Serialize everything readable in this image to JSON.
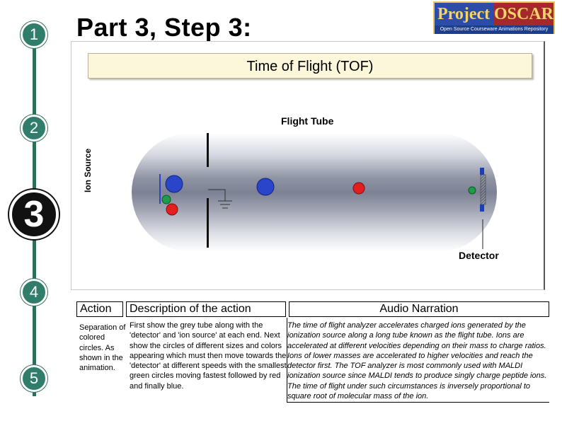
{
  "nav": {
    "steps": [
      {
        "label": "1",
        "active": false
      },
      {
        "label": "2",
        "active": false
      },
      {
        "label": "3",
        "active": true
      },
      {
        "label": "4",
        "active": false
      },
      {
        "label": "5",
        "active": false
      }
    ]
  },
  "header": {
    "title": "Part 3, Step 3:"
  },
  "logo": {
    "left": "Project",
    "right": "OSCAR",
    "subtitle": "Open Source Courseware Animations Repository"
  },
  "animation": {
    "title": "Time of  Flight (TOF)",
    "flight_tube_label": "Flight Tube",
    "ion_source_label": "Ion Source",
    "detector_label": "Detector",
    "colors": {
      "ion_large": "#2a45c9",
      "ion_medium": "#e41e1e",
      "ion_small": "#1e9c47",
      "detector": "#1a3fb8"
    }
  },
  "table": {
    "headers": {
      "action": "Action",
      "description": "Description of the action",
      "audio": "Audio Narration"
    },
    "action": "Separation of colored circles. As shown in the animation.",
    "description": "First show the grey tube along with the 'detector' and 'ion source' at each end. Next show the circles of different sizes and colors appearing which must then move towards the 'detector' at different speeds with the smallest green circles moving fastest followed by red and finally blue.",
    "audio": "The time of flight analyzer accelerates charged ions generated by the ionization source along a long tube known as the flight tube. Ions are accelerated at different velocities depending on their mass to charge ratios. Ions of lower masses are accelerated to higher velocities and reach the detector first. The TOF analyzer is most commonly used with MALDI ionization source since MALDI tends to produce singly charge peptide ions. The time of flight under such circumstances is inversely proportional to square root of molecular mass of the ion."
  }
}
